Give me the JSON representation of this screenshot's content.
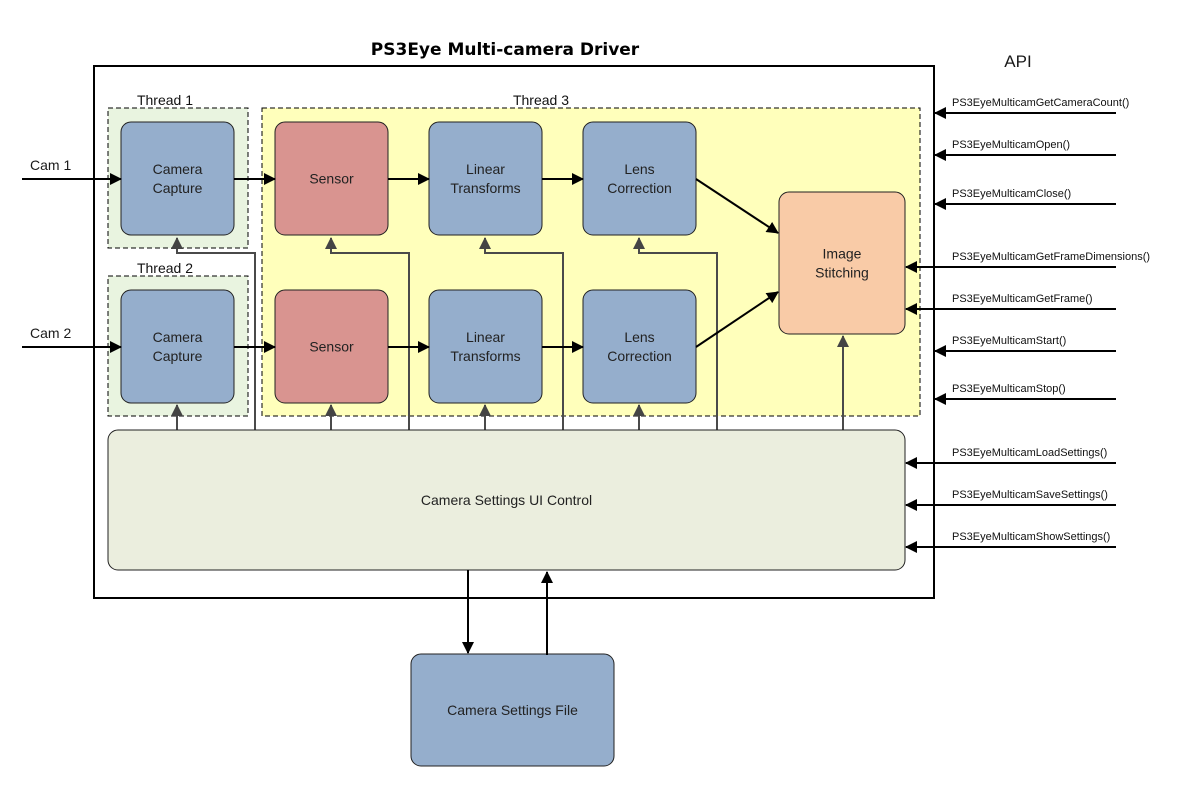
{
  "title": "PS3Eye Multi-camera Driver",
  "api_heading": "API",
  "inputs": [
    {
      "id": "cam1",
      "label": "Cam 1"
    },
    {
      "id": "cam2",
      "label": "Cam 2"
    }
  ],
  "threads": [
    {
      "id": "thread1",
      "label": "Thread 1"
    },
    {
      "id": "thread2",
      "label": "Thread 2"
    },
    {
      "id": "thread3",
      "label": "Thread 3"
    }
  ],
  "nodes": {
    "capture1": {
      "lines": [
        "Camera",
        "Capture"
      ]
    },
    "capture2": {
      "lines": [
        "Camera",
        "Capture"
      ]
    },
    "sensor1": {
      "lines": [
        "Sensor"
      ]
    },
    "sensor2": {
      "lines": [
        "Sensor"
      ]
    },
    "linear1": {
      "lines": [
        "Linear",
        "Transforms"
      ]
    },
    "linear2": {
      "lines": [
        "Linear",
        "Transforms"
      ]
    },
    "lens1": {
      "lines": [
        "Lens",
        "Correction"
      ]
    },
    "lens2": {
      "lines": [
        "Lens",
        "Correction"
      ]
    },
    "stitch": {
      "lines": [
        "Image",
        "Stitching"
      ]
    },
    "ui_control": {
      "lines": [
        "Camera Settings UI Control"
      ]
    },
    "settings_file": {
      "lines": [
        "Camera Settings File"
      ]
    }
  },
  "api_calls": [
    {
      "label": "PS3EyeMulticamGetCameraCount()",
      "target": "driver"
    },
    {
      "label": "PS3EyeMulticamOpen()",
      "target": "driver"
    },
    {
      "label": "PS3EyeMulticamClose()",
      "target": "driver"
    },
    {
      "label": "PS3EyeMulticamGetFrameDimensions()",
      "target": "stitch"
    },
    {
      "label": "PS3EyeMulticamGetFrame()",
      "target": "stitch"
    },
    {
      "label": "PS3EyeMulticamStart()",
      "target": "driver"
    },
    {
      "label": "PS3EyeMulticamStop()",
      "target": "driver"
    },
    {
      "label": "PS3EyeMulticamLoadSettings()",
      "target": "ui_control"
    },
    {
      "label": "PS3EyeMulticamSaveSettings()",
      "target": "ui_control"
    },
    {
      "label": "PS3EyeMulticamShowSettings()",
      "target": "ui_control"
    }
  ],
  "colors": {
    "blue_node": "#95AECC",
    "sensor_node": "#D99490",
    "stitch_node": "#F9CBA7",
    "ui_node": "#EBEEDE",
    "thread12_bg": "#E9F4E0",
    "thread3_bg": "#FFFFBB",
    "control_line": "#4a4a4a"
  }
}
